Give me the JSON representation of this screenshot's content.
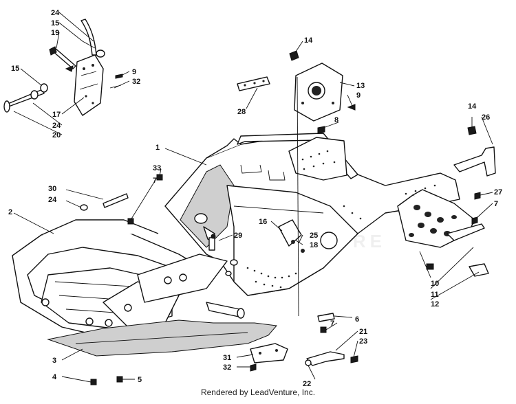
{
  "callouts": {
    "c1": "1",
    "c2": "2",
    "c3": "3",
    "c4": "4",
    "c5": "5",
    "c6": "6",
    "c7a": "7",
    "c7b": "7",
    "c7c": "7",
    "c8": "8",
    "c9a": "9",
    "c9b": "9",
    "c10": "10",
    "c11": "11",
    "c12": "12",
    "c13": "13",
    "c14a": "14",
    "c14b": "14",
    "c15a": "15",
    "c15b": "15",
    "c16": "16",
    "c17": "17",
    "c18": "18",
    "c19": "19",
    "c20": "20",
    "c21": "21",
    "c22": "22",
    "c23": "23",
    "c24a": "24",
    "c24b": "24",
    "c24c": "24",
    "c25": "25",
    "c26": "26",
    "c27": "27",
    "c28": "28",
    "c29": "29",
    "c30": "30",
    "c31": "31",
    "c32a": "32",
    "c32b": "32",
    "c33": "33"
  },
  "watermark": "LEADVENTURE",
  "credit": "Rendered by LeadVenture, Inc."
}
